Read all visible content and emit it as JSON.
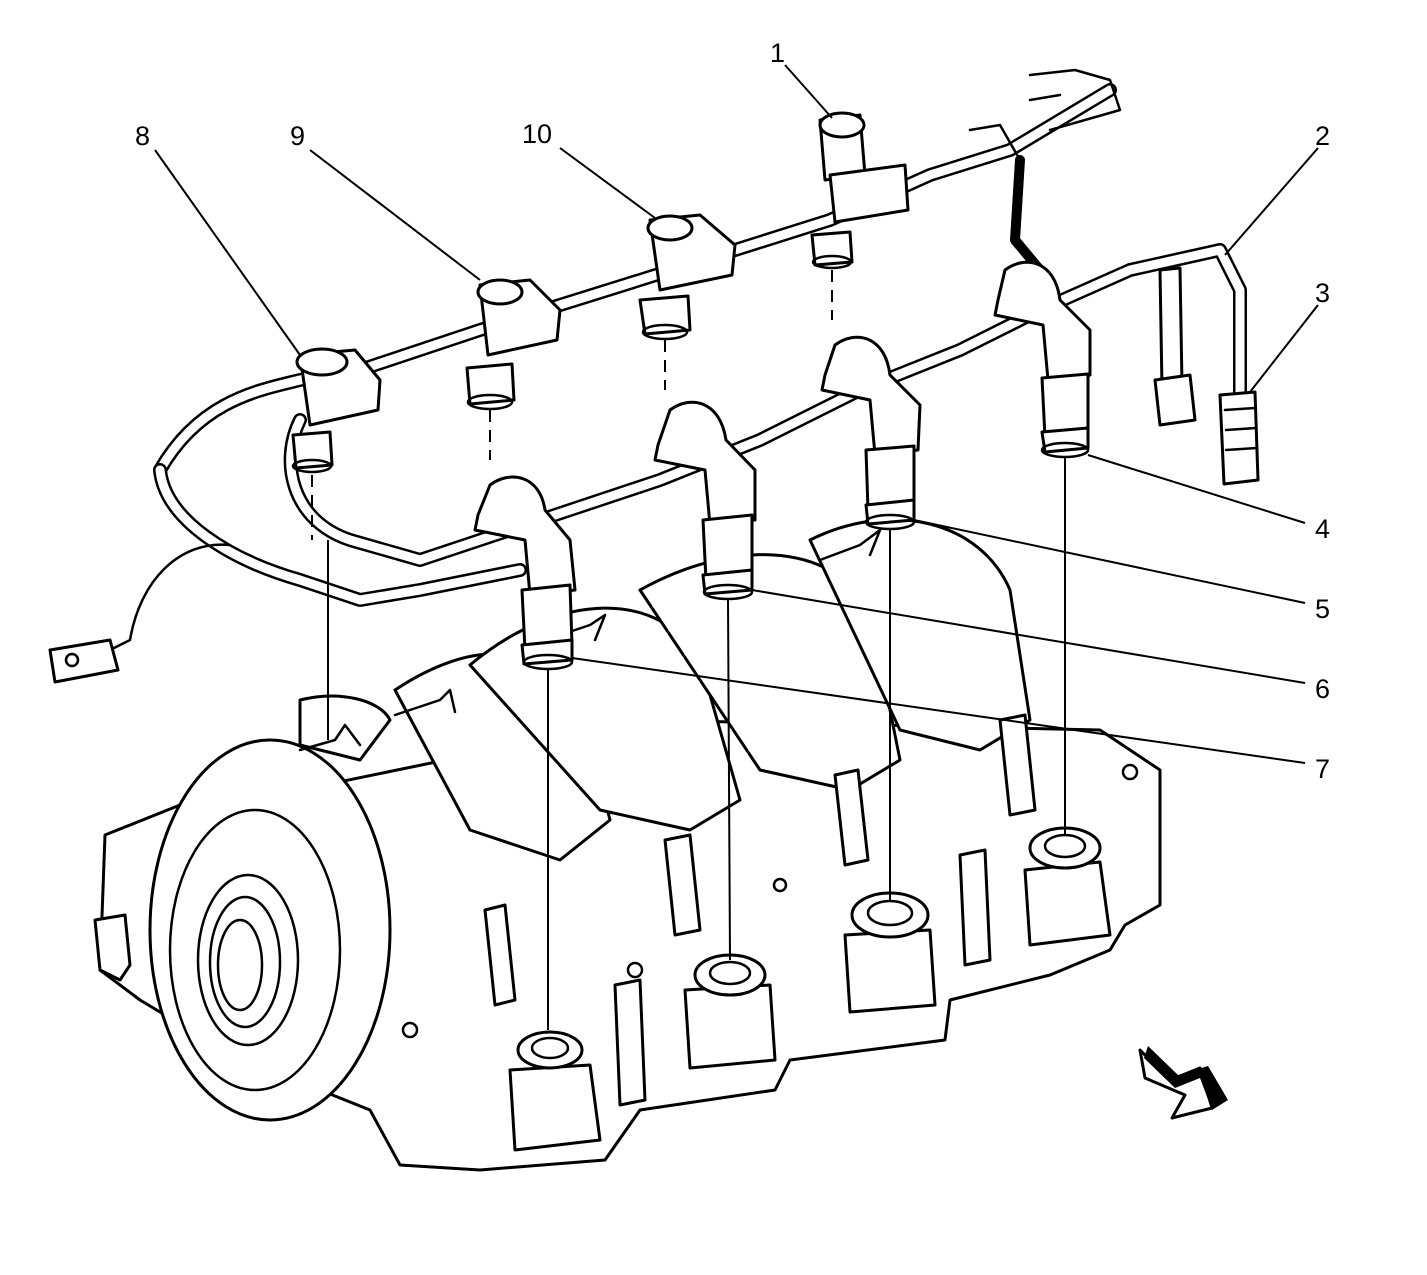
{
  "callouts": [
    {
      "id": "1",
      "label": "1"
    },
    {
      "id": "2",
      "label": "2"
    },
    {
      "id": "3",
      "label": "3"
    },
    {
      "id": "4",
      "label": "4"
    },
    {
      "id": "5",
      "label": "5"
    },
    {
      "id": "6",
      "label": "6"
    },
    {
      "id": "7",
      "label": "7"
    },
    {
      "id": "8",
      "label": "8"
    },
    {
      "id": "9",
      "label": "9"
    },
    {
      "id": "10",
      "label": "10"
    }
  ],
  "view_arrow_icon": "direction-arrow-icon"
}
